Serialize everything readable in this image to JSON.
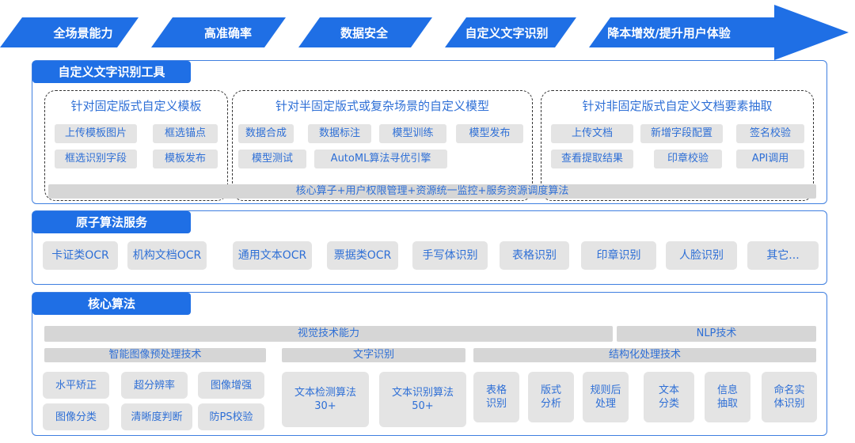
{
  "banner": {
    "items": [
      "全场景能力",
      "高准确率",
      "数据安全",
      "自定义文字识别",
      "降本增效/提升用户体验"
    ]
  },
  "custom_tool": {
    "title": "自定义文字识别工具",
    "groups": [
      {
        "title": "针对固定版式自定义模板",
        "items": [
          "上传模板图片",
          "框选锚点",
          "框选识别字段",
          "模板发布"
        ]
      },
      {
        "title": "针对半固定版式或复杂场景的自定义模型",
        "items": [
          "数据合成",
          "数据标注",
          "模型训练",
          "模型发布",
          "模型测试",
          "AutoML算法寻优引擎"
        ]
      },
      {
        "title": "针对非固定版式自定义文档要素抽取",
        "items": [
          "上传文档",
          "新增字段配置",
          "签名校验",
          "查看提取结果",
          "印章校验",
          "API调用"
        ]
      }
    ],
    "footer": "核心算子+用户权限管理+资源统一监控+服务资源调度算法"
  },
  "atomic": {
    "title": "原子算法服务",
    "items": [
      "卡证类OCR",
      "机构文档OCR",
      "通用文本OCR",
      "票据类OCR",
      "手写体识别",
      "表格识别",
      "印章识别",
      "人脸识别",
      "其它..."
    ]
  },
  "core": {
    "title": "核心算法",
    "visual": "视觉技术能力",
    "nlp": "NLP技术",
    "preprocess": {
      "label": "智能图像预处理技术",
      "items": [
        "水平矫正",
        "超分辨率",
        "图像增强",
        "图像分类",
        "清晰度判断",
        "防PS校验"
      ]
    },
    "text_recognition": {
      "label": "文字识别",
      "items": [
        "文本检测算法\n30+",
        "文本识别算法\n50+"
      ]
    },
    "structured": {
      "label": "结构化处理技术",
      "items": [
        "表格\n识别",
        "版式\n分析",
        "规则后\n处理",
        "文本\n分类",
        "信息\n抽取",
        "命名实\n体识别"
      ]
    }
  },
  "colors": {
    "accent": "#1f6fe5",
    "text": "#2e6fd6",
    "chip": "#e4e4e4"
  }
}
